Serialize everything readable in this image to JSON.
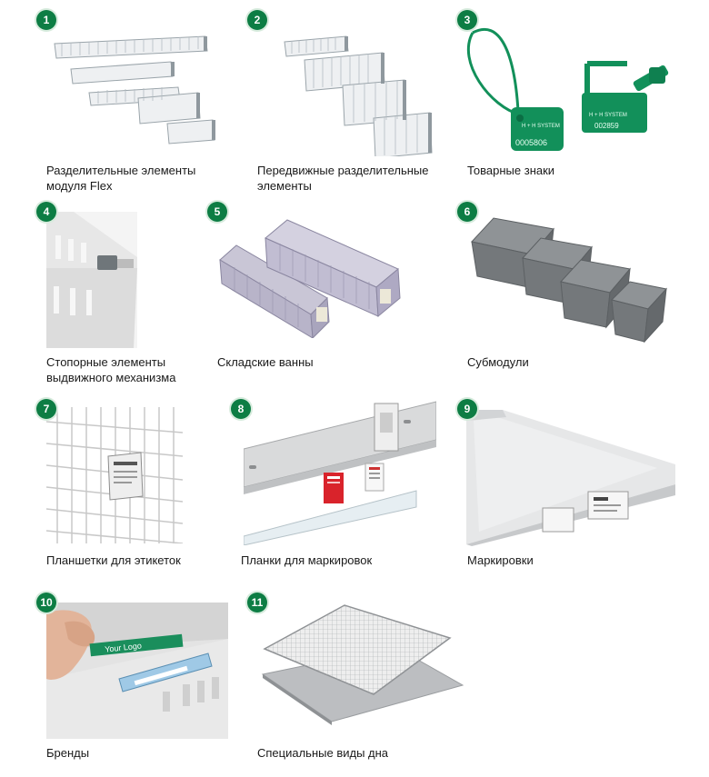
{
  "colors": {
    "badge": "#0d7d44",
    "seal": "#12905a"
  },
  "items": [
    {
      "num": "1",
      "caption": "Разделительные элементы модуля Flex"
    },
    {
      "num": "2",
      "caption": "Передвижные разделительные элементы"
    },
    {
      "num": "3",
      "caption": "Товарные знаки",
      "seal_text": "H + H SYSTEM",
      "seal_number_1": "0005806",
      "seal_number_2": "002859"
    },
    {
      "num": "4",
      "caption": "Стопорные элементы выдвижного механизма"
    },
    {
      "num": "5",
      "caption": "Складские ванны"
    },
    {
      "num": "6",
      "caption": "Субмодули"
    },
    {
      "num": "7",
      "caption": "Планшетки для этикеток"
    },
    {
      "num": "8",
      "caption": "Планки для маркировок"
    },
    {
      "num": "9",
      "caption": "Маркировки"
    },
    {
      "num": "10",
      "caption": "Бренды",
      "tag_text": "Your Logo"
    },
    {
      "num": "11",
      "caption": "Специальные виды дна"
    }
  ]
}
